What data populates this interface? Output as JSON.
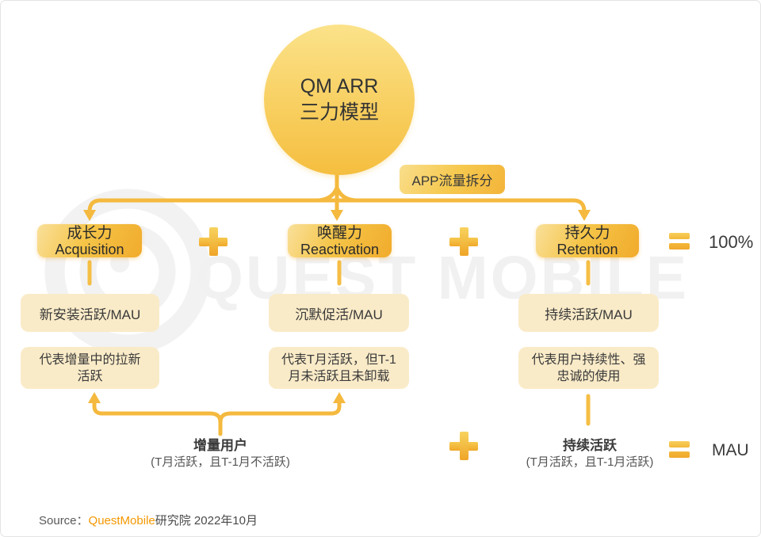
{
  "watermark": {
    "text": "QUEST MOBILE"
  },
  "hub": {
    "line1": "QM ARR",
    "line2": "三力模型"
  },
  "split_tag": "APP流量拆分",
  "columns": [
    {
      "title_cn": "成长力",
      "title_en": "Acquisition",
      "metric": "新安装活跃/MAU",
      "description": "代表增量中的拉新\n活跃"
    },
    {
      "title_cn": "唤醒力",
      "title_en": "Reactivation",
      "metric": "沉默促活/MAU",
      "description": "代表T月活跃，但T-1\n月未活跃且未卸载"
    },
    {
      "title_cn": "持久力",
      "title_en": "Retention",
      "metric": "持续活跃/MAU",
      "description": "代表用户持续性、强\n忠诚的使用"
    }
  ],
  "formula_top": {
    "result": "100%"
  },
  "bottom": {
    "incremental": {
      "title": "增量用户",
      "subtitle": "(T月活跃，且T-1月不活跃)"
    },
    "persistent": {
      "title": "持续活跃",
      "subtitle": "(T月活跃，且T-1月活跃)"
    },
    "result": "MAU"
  },
  "source": {
    "prefix": "Source：",
    "brand": "QuestMobile",
    "suffix": "研究院 2022年10月"
  },
  "colors": {
    "gold": "#F4B93E",
    "gold_dark": "#F0A82A",
    "cream": "#FAEBC8",
    "brand_orange": "#F39800"
  }
}
